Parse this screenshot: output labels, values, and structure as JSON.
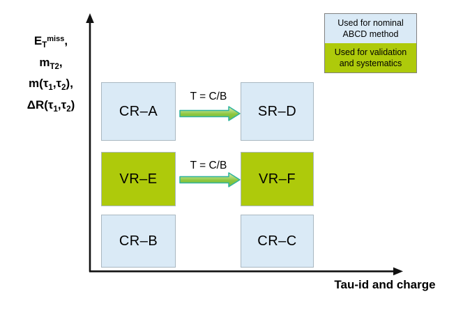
{
  "colors": {
    "background": "#ffffff",
    "nominal_fill": "#daeaf6",
    "validation_fill": "#aeca0b",
    "box_border": "#a9b7c1",
    "legend_border": "#808080",
    "axis": "#111111",
    "arrow_stroke": "#2eb39e",
    "arrow_fill_light": "#ddf0bd",
    "arrow_fill": "#8cc63f",
    "arrow_fill_dark": "#79bd38"
  },
  "y_axis": {
    "label_lines_html": [
      "E<sub>T</sub><sup>miss</sup>,",
      "m<sub>T2</sub>,",
      "m(τ<sub>1</sub>,τ<sub>2</sub>),",
      "ΔR(τ<sub>1</sub>,τ<sub>2</sub>)"
    ]
  },
  "x_axis": {
    "label": "Tau-id and charge"
  },
  "boxes": [
    {
      "label": "CR–A",
      "type": "nominal"
    },
    {
      "label": "SR–D",
      "type": "nominal"
    },
    {
      "label": "VR–E",
      "type": "validation"
    },
    {
      "label": "VR–F",
      "type": "validation"
    },
    {
      "label": "CR–B",
      "type": "nominal"
    },
    {
      "label": "CR–C",
      "type": "nominal"
    }
  ],
  "arrows": [
    {
      "label": "T = C/B"
    },
    {
      "label": "T = C/B"
    }
  ],
  "legend": {
    "items": [
      {
        "type": "nominal",
        "lines": [
          "Used for nominal",
          "ABCD method"
        ]
      },
      {
        "type": "validation",
        "lines": [
          "Used for validation",
          "and systematics"
        ]
      }
    ]
  }
}
